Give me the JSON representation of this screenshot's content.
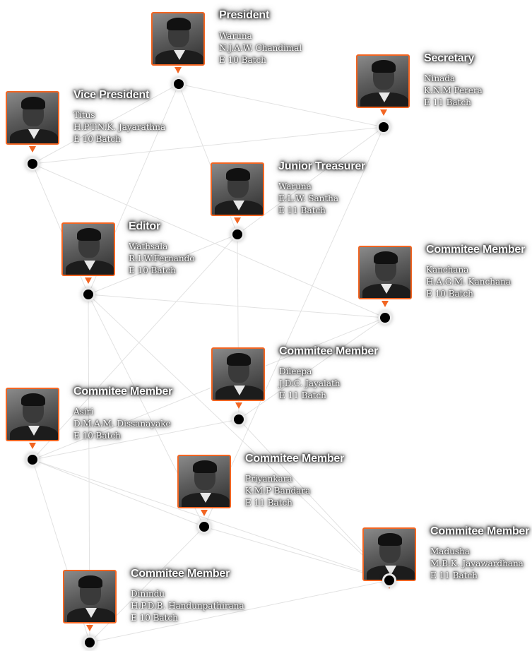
{
  "members": [
    {
      "title": "President",
      "name": "Waruna",
      "full_name": "N.J.A.W. Chandimal",
      "batch": "E 10 Batch"
    },
    {
      "title": "Secretary",
      "name": "Ninada",
      "full_name": "K.N.M Perera",
      "batch": "E 11 Batch"
    },
    {
      "title": "Vice President",
      "name": "Titus",
      "full_name": "H.P.T.N.K. Jayarathna",
      "batch": "E 10 Batch"
    },
    {
      "title": "Junior Treasurer",
      "name": "Waruna",
      "full_name": "E.L.W. Santha",
      "batch": "E 11 Batch"
    },
    {
      "title": "Editor",
      "name": "Wathsala",
      "full_name": "R.I.W.Fernando",
      "batch": "E 10 Batch"
    },
    {
      "title": "Commitee Member",
      "name": "Kanchana",
      "full_name": "H.A.G.M. Kanchana",
      "batch": "E 10 Batch"
    },
    {
      "title": "Commitee Member",
      "name": "Dileepa",
      "full_name": "J.D.C. Jayalath",
      "batch": "E 11 Batch"
    },
    {
      "title": "Commitee Member",
      "name": "Asiri",
      "full_name": "D.M.A.M. Dissanayake",
      "batch": "E 10 Batch"
    },
    {
      "title": "Commitee Member",
      "name": "Priyankara",
      "full_name": "K.M.P Bandara",
      "batch": "E 11 Batch"
    },
    {
      "title": "Commitee Member",
      "name": "Madusha",
      "full_name": "M.B.K. Jayawardhana",
      "batch": "E 11 Batch"
    },
    {
      "title": "Commitee Member",
      "name": "Dinindu",
      "full_name": "H.P.D.B. Handunpathirana",
      "batch": "E 10 Batch"
    }
  ],
  "colors": {
    "accent": "#f26522",
    "dot": "#000000",
    "edge": "#e4e4e4"
  },
  "icons": {
    "photo": "member-photo",
    "pointer": "orange-pointer",
    "node": "black-dot"
  }
}
